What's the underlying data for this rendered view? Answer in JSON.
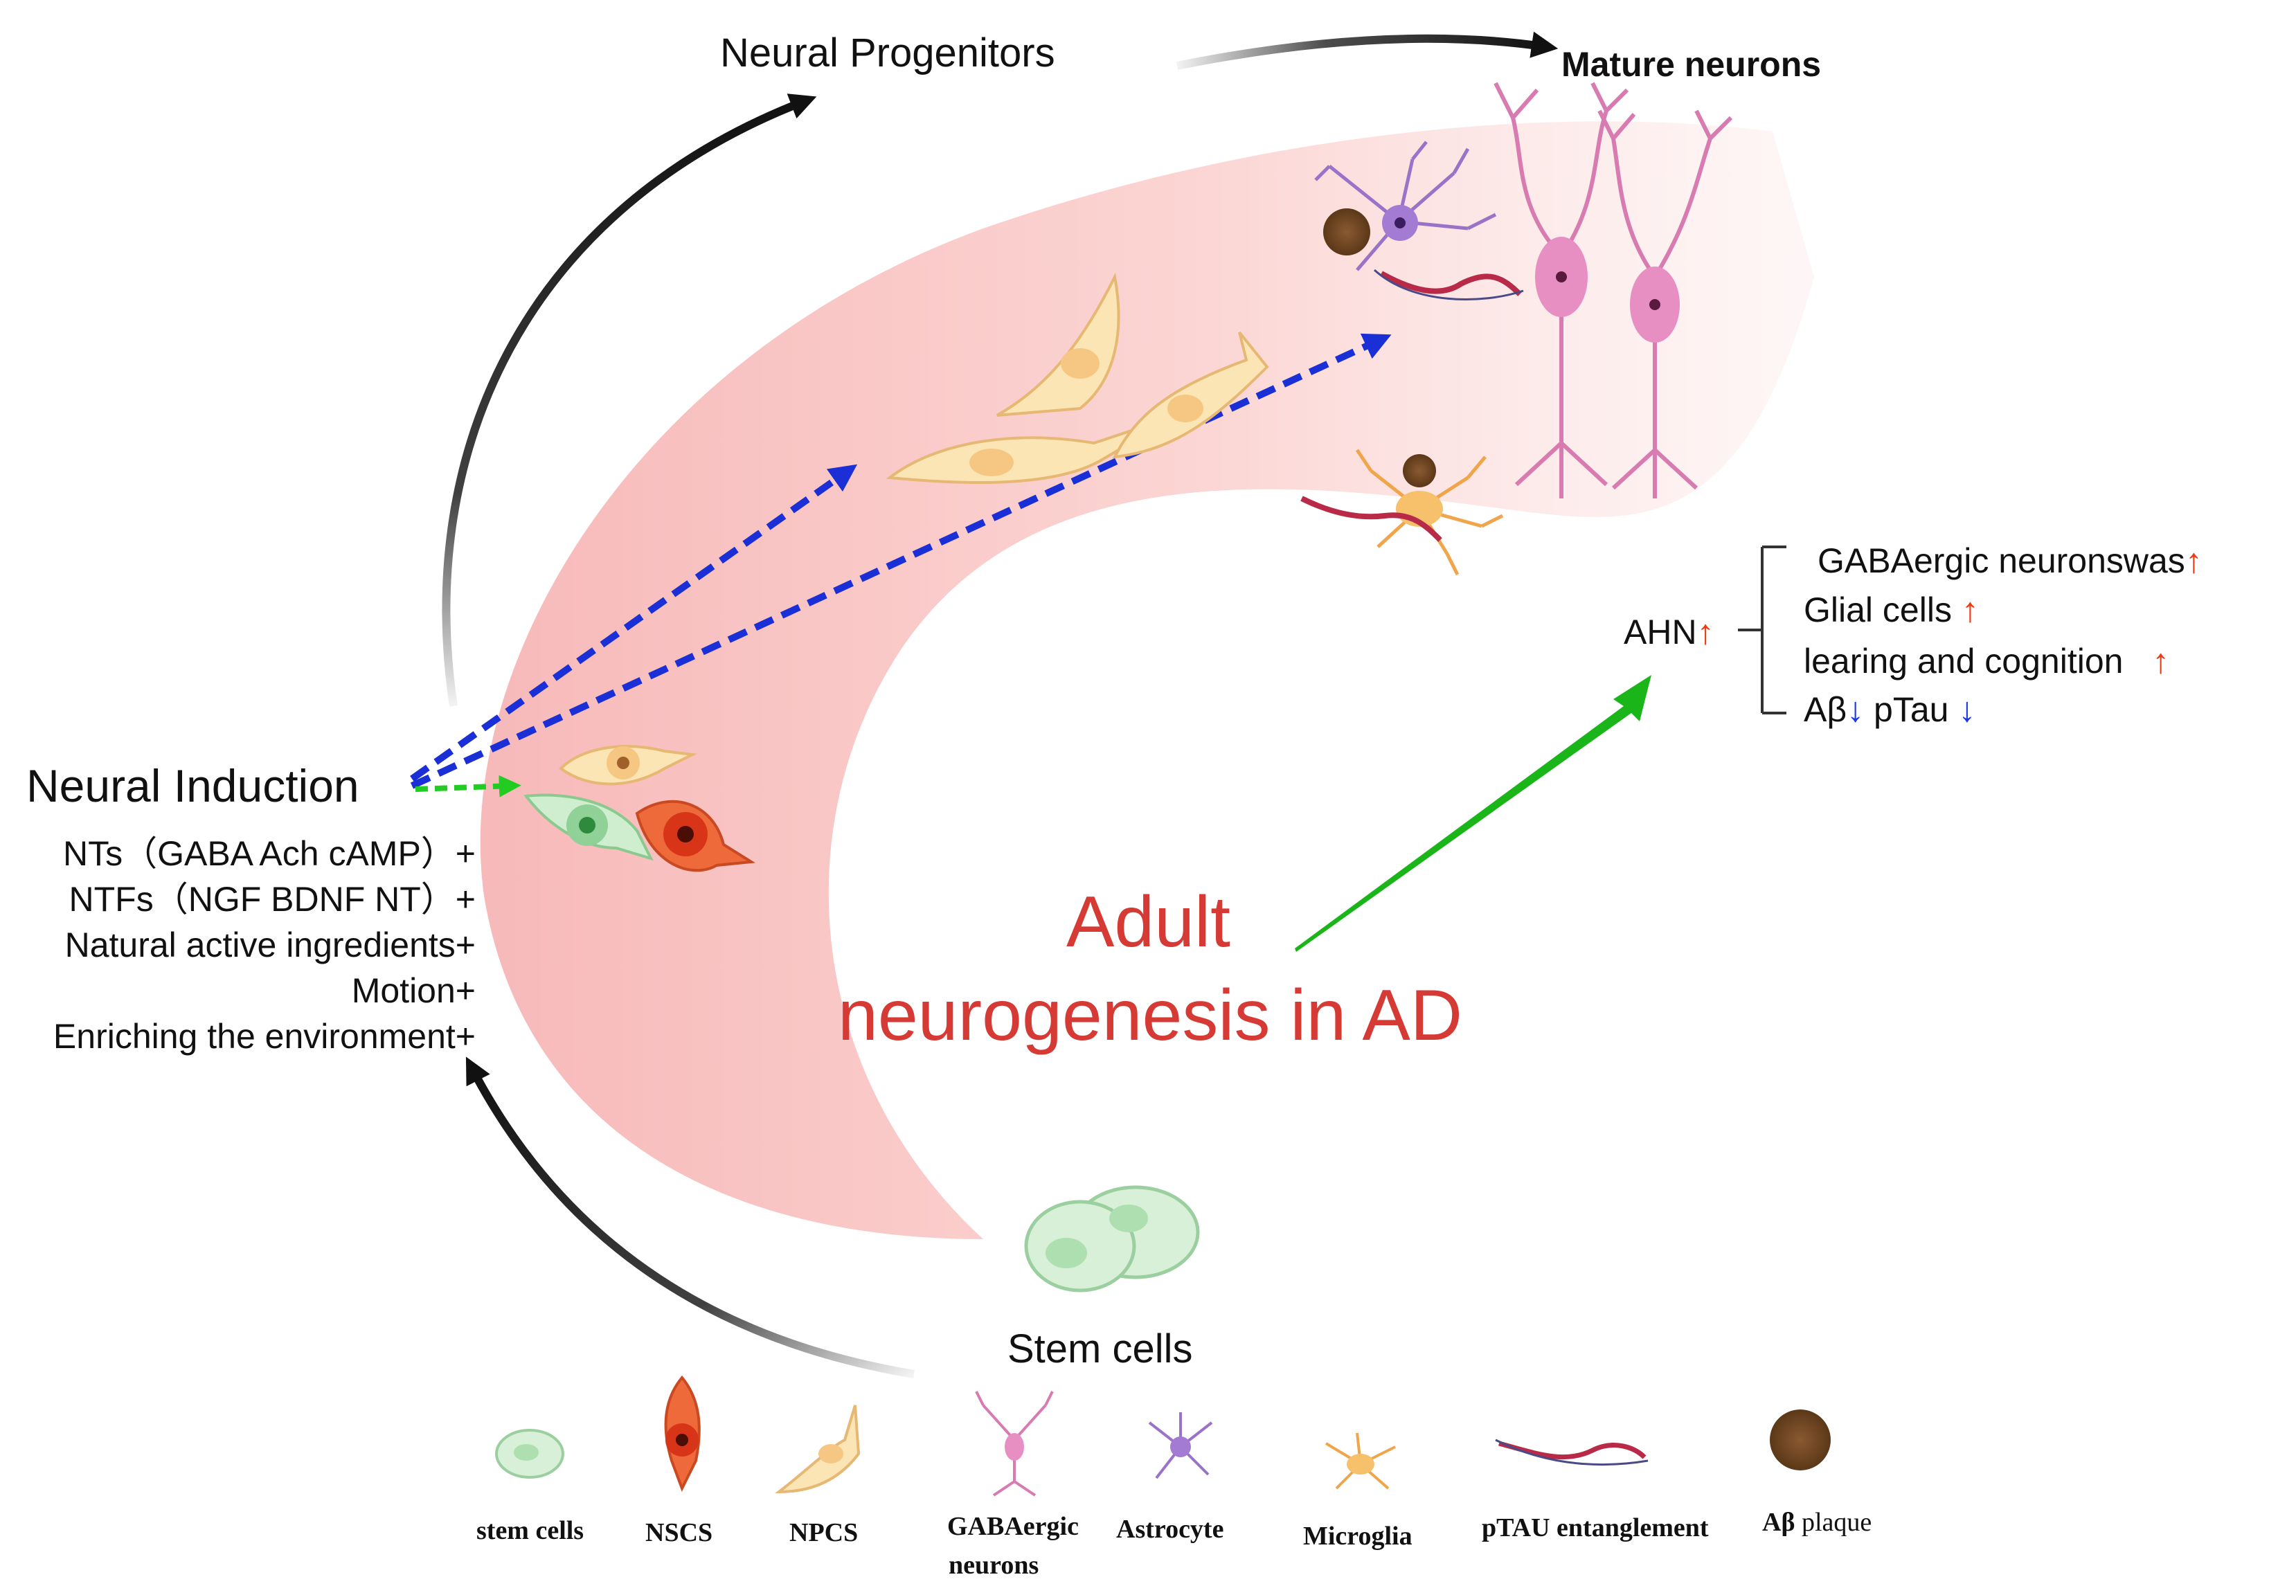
{
  "title": "Adult",
  "title_line2": "neurogenesis in AD",
  "colors": {
    "title": "#d63a35",
    "flow_arrow": "#111111",
    "blue_dash": "#1a2fd6",
    "green_dash": "#22cc22",
    "green_arrow": "#19b519",
    "up_arrow": "#ee3a12",
    "down_arrow": "#1a35e8",
    "band": "#f8c4c4"
  },
  "stages": {
    "neural_progenitors": "Neural Progenitors",
    "mature_neurons": "Mature neurons",
    "neural_induction": "Neural Induction",
    "stem_cells": "Stem cells"
  },
  "induction_factors": [
    "NTs（GABA  Ach  cAMP）+",
    "NTFs（NGF  BDNF NT）+",
    "Natural active ingredients+",
    "Motion+",
    "Enriching the environment+"
  ],
  "outcomes": {
    "root": "AHN",
    "items": [
      {
        "text": "GABAergic neuronswas",
        "trend": "up"
      },
      {
        "text": "Glial cells",
        "trend": "up"
      },
      {
        "text": "learing and cognition",
        "trend": "up"
      },
      {
        "text": "Aβ",
        "trend": "down"
      },
      {
        "text": "pTau",
        "trend": "down"
      }
    ]
  },
  "legend": [
    {
      "icon": "stem-cell-icon",
      "label": "stem cells"
    },
    {
      "icon": "nscs-icon",
      "label": "NSCS"
    },
    {
      "icon": "npcs-icon",
      "label": "NPCS"
    },
    {
      "icon": "gabaergic-neuron-icon",
      "label": "GABAergic",
      "label2": "neurons"
    },
    {
      "icon": "astrocyte-icon",
      "label": "Astrocyte"
    },
    {
      "icon": "microglia-icon",
      "label": "Microglia"
    },
    {
      "icon": "ptau-icon",
      "label": "pTAU entanglement"
    },
    {
      "icon": "abeta-plaque-icon",
      "label": "Aβ",
      "label2": "plaque"
    }
  ]
}
